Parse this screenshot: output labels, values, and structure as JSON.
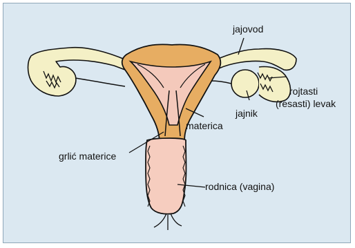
{
  "labels": {
    "oviduct": "jajovod",
    "fimbriae_line1": "rojtasti",
    "fimbriae_line2": "(resasti) levak",
    "ovary": "jajnik",
    "uterus": "materica",
    "cervix": "grlić materice",
    "vagina": "rodnica (vagina)"
  },
  "colors": {
    "background": "#dbe8f1",
    "border": "#8fa6b8",
    "uterus_wall": "#e7ad62",
    "uterus_cavity": "#f4c9bb",
    "vagina": "#f6cdbf",
    "tube_and_ovary": "#f4f0c6",
    "outline": "#111111"
  }
}
